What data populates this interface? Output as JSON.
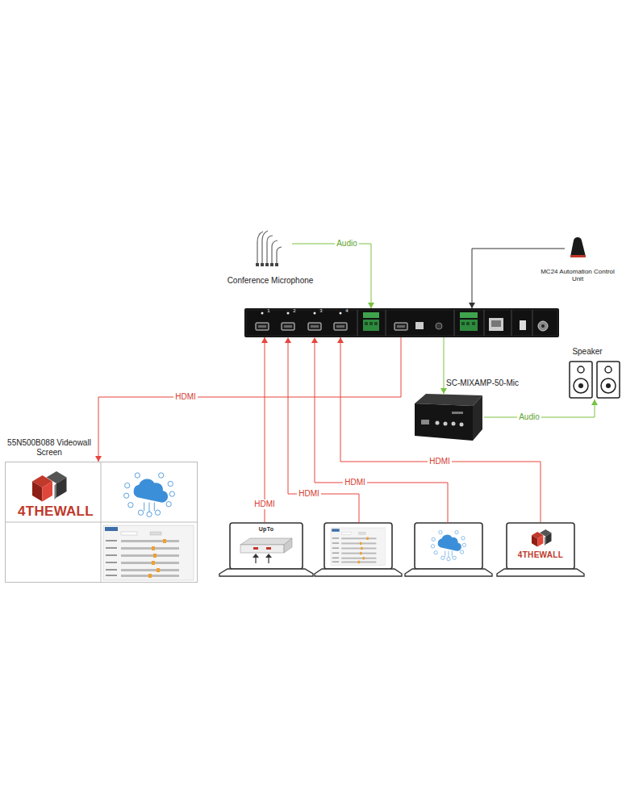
{
  "diagram": {
    "nodes": [
      {
        "text": [
          "Conference Microphone"
        ]
      },
      {
        "text": [
          "MC24 Automation Control Unit"
        ]
      },
      {
        "text": [
          "1",
          "2",
          "3",
          "4"
        ]
      },
      {
        "text": [
          "Speaker"
        ]
      },
      {
        "text": [
          "SC-MIXAMP-50-Mic"
        ]
      },
      {
        "text": [
          "55N500B088 Videowall Screen",
          "4THEWALL"
        ]
      },
      {
        "text": [
          "UpTo"
        ]
      },
      {
        "text": [
          "4THEWALL"
        ]
      }
    ],
    "edges": [
      {
        "from": 0,
        "to": 2,
        "label": "Audio",
        "arrow": "to"
      },
      {
        "from": 1,
        "to": 2,
        "arrow": "to"
      },
      {
        "from": 2,
        "to": 4,
        "arrow": "to"
      },
      {
        "from": 4,
        "to": 3,
        "label": "Audio",
        "arrow": "to"
      },
      {
        "from": 2,
        "to": 5,
        "label": "HDMI",
        "arrow": "to"
      },
      {
        "from": 6,
        "to": 2,
        "label": "HDMI",
        "arrow": "to"
      },
      {
        "from": 7,
        "to": 2,
        "label": "HDMI",
        "arrow": "to"
      }
    ],
    "labels": [
      "HDMI",
      "HDMI"
    ]
  }
}
